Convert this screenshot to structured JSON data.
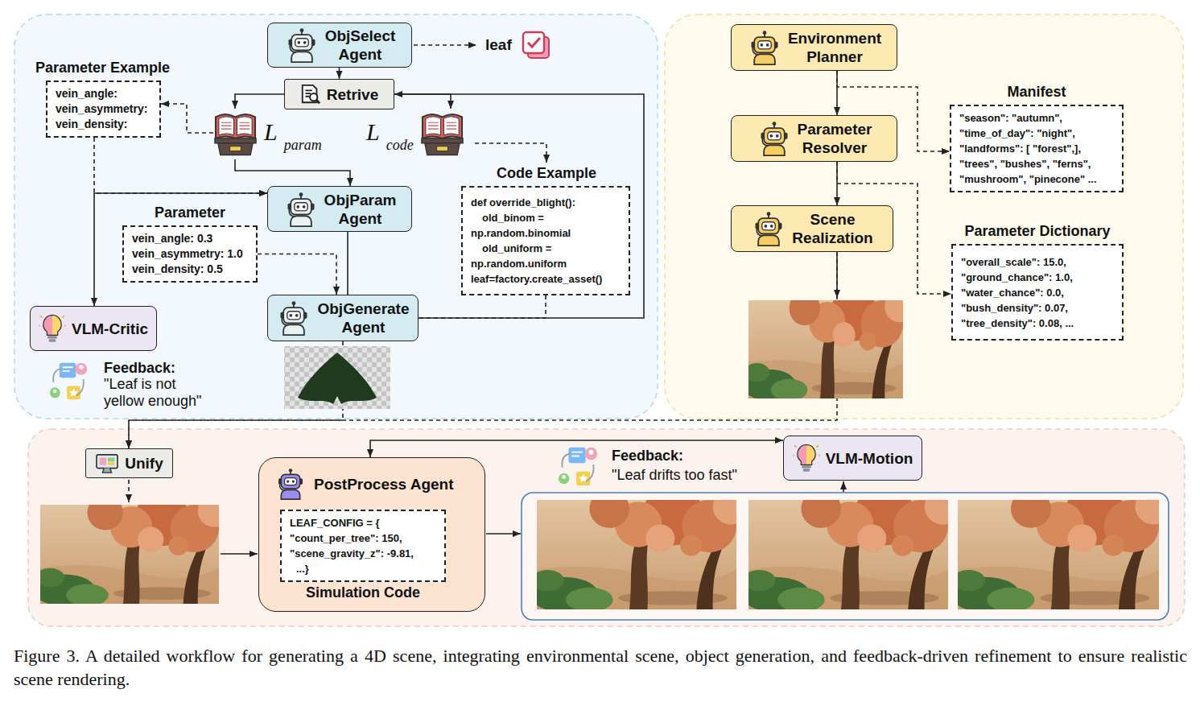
{
  "diagram": {
    "caption": "Figure 3. A detailed workflow for generating a 4D scene, integrating environmental scene, object generation, and feedback-driven refinement to ensure realistic scene rendering.",
    "nodes": [
      {
        "text": [
          "ObjSelect Agent"
        ]
      },
      {
        "text": [
          "Retrive"
        ]
      },
      {
        "text": [
          "Parameter Example",
          "vein_angle:",
          "vein_asymmetry:",
          "vein_density:"
        ]
      },
      {
        "text": [
          "L",
          "param"
        ]
      },
      {
        "text": [
          "L",
          "code"
        ]
      },
      {
        "text": [
          "Code Example",
          "def override_blight():",
          "old_binom =",
          "np.random.binomial",
          "old_uniform =",
          "np.random.uniform",
          "leaf=factory.create_asset()"
        ]
      },
      {
        "text": [
          "ObjParam Agent"
        ]
      },
      {
        "text": [
          "Parameter",
          "vein_angle: 0.3",
          "vein_asymmetry: 1.0",
          "vein_density: 0.5"
        ]
      },
      {
        "text": [
          "VLM-Critic"
        ]
      },
      {
        "text": [
          "ObjGenerate Agent"
        ]
      },
      {
        "text": [
          "Environment Planner"
        ]
      },
      {
        "text": [
          "Parameter Resolver"
        ]
      },
      {
        "text": [
          "Scene Realization"
        ]
      },
      {
        "text": [
          "Manifest",
          "\"season\": \"autumn\",",
          "\"time_of_day\": \"night\",",
          "\"landforms\": [ \"forest\",],",
          "\"trees\", \"bushes\", \"ferns\",",
          "\"mushroom\", \"pinecone\" ..."
        ]
      },
      {
        "text": [
          "Parameter Dictionary",
          "\"overall_scale\": 15.0,",
          "\"ground_chance\": 1.0,",
          "\"water_chance\": 0.0,",
          "\"bush_density\": 0.07,",
          "\"tree_density\": 0.08, ..."
        ]
      },
      {
        "text": [
          "Unify"
        ]
      },
      {
        "text": [
          "PostProcess Agent"
        ]
      },
      {
        "text": [
          "LEAF_CONFIG = {",
          "\"count_per_tree\": 150,",
          "\"scene_gravity_z\": -9.81,",
          "...}",
          "Simulation Code"
        ],
        "in": 16
      },
      {
        "text": [
          "VLM-Motion"
        ]
      }
    ],
    "edges": [
      {
        "from": 0,
        "to": 1,
        "arrow": "to"
      },
      {
        "from": 1,
        "to": 3,
        "arrow": "to"
      },
      {
        "from": 1,
        "to": 4,
        "arrow": "to"
      },
      {
        "from": 3,
        "to": 2,
        "arrow": "to"
      },
      {
        "from": 4,
        "to": 5,
        "arrow": "to"
      },
      {
        "from": 3,
        "to": 6,
        "arrow": "to"
      },
      {
        "from": 2,
        "to": 6,
        "arrow": "to"
      },
      {
        "from": 8,
        "to": 6,
        "arrow": "both"
      },
      {
        "from": 6,
        "to": 9,
        "arrow": "none"
      },
      {
        "from": 7,
        "to": 9,
        "arrow": "to"
      },
      {
        "from": 9,
        "to": 1,
        "arrow": "to"
      },
      {
        "from": 5,
        "to": 9,
        "arrow": "none"
      },
      {
        "from": 9,
        "to": 15,
        "arrow": "to"
      },
      {
        "from": 10,
        "to": 11,
        "arrow": "to"
      },
      {
        "from": 11,
        "to": 12,
        "arrow": "to"
      },
      {
        "from": 10,
        "to": 13,
        "arrow": "to"
      },
      {
        "from": 11,
        "to": 14,
        "arrow": "to"
      },
      {
        "from": 12,
        "to": 15,
        "arrow": "to"
      },
      {
        "from": 16,
        "to": 18,
        "arrow": "both"
      }
    ],
    "labels": [
      "leaf",
      "Feedback:",
      "\"Leaf is not yellow enough\"",
      "Feedback:",
      "\"Leaf drifts too fast\""
    ]
  }
}
